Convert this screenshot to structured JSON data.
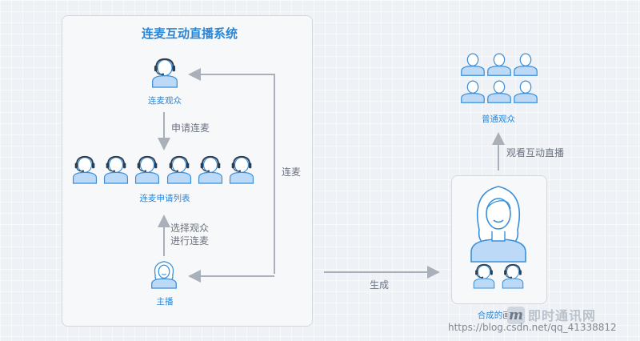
{
  "system": {
    "title": "连麦互动直播系统",
    "labels": {
      "lianmai_audience": "连麦观众",
      "apply_list": "连麦申请列表",
      "host": "主播"
    },
    "edges": {
      "apply": "申请连麦",
      "select_line1": "选择观众",
      "select_line2": "进行连麦",
      "lianmai": "连麦"
    }
  },
  "flow": {
    "generate": "生成"
  },
  "composite": {
    "label": "合成的画面"
  },
  "audience": {
    "label": "普通观众",
    "watch_edge": "观看互动直播"
  },
  "watermark": {
    "url": "https://blog.csdn.net/qq_41338812",
    "brand": "即时通讯网"
  },
  "colors": {
    "accent": "#2b86d6",
    "icon_fill": "#bcdaf7",
    "line": "#a9b0b9"
  }
}
